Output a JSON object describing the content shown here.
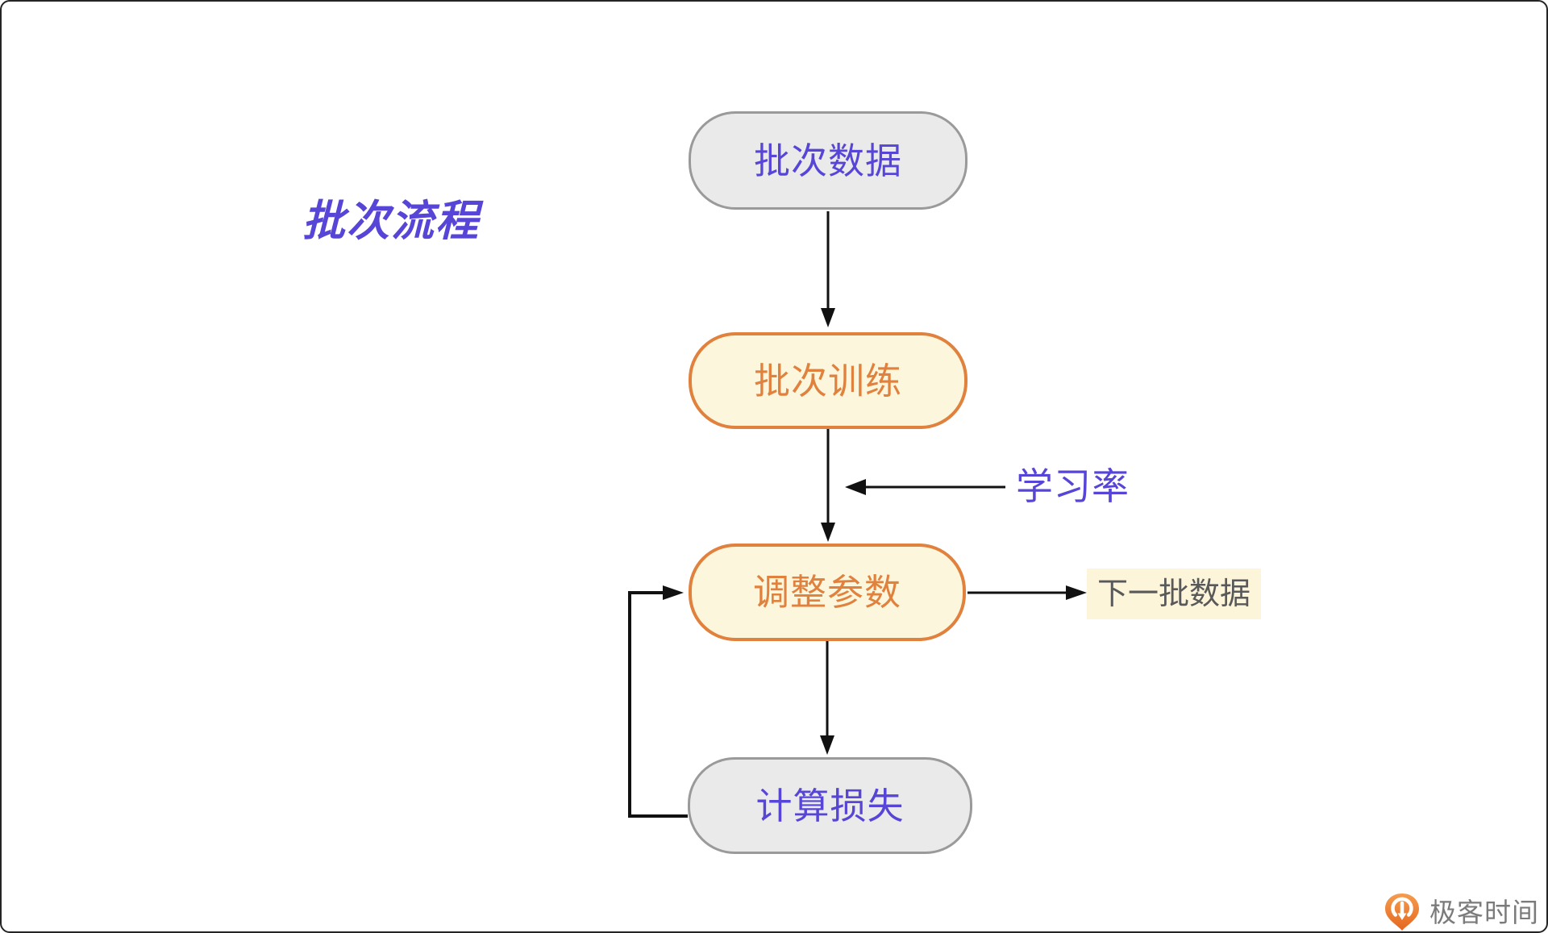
{
  "title": "批次流程",
  "nodes": [
    {
      "id": "batch-data",
      "label": "批次数据",
      "style": "gray"
    },
    {
      "id": "batch-training",
      "label": "批次训练",
      "style": "orange"
    },
    {
      "id": "adjust-params",
      "label": "调整参数",
      "style": "orange"
    },
    {
      "id": "compute-loss",
      "label": "计算损失",
      "style": "gray"
    }
  ],
  "annotations": {
    "learning_rate": "学习率",
    "next_batch": "下一批数据"
  },
  "edges": [
    {
      "from": "批次数据",
      "to": "批次训练"
    },
    {
      "from": "批次训练",
      "to": "调整参数",
      "annotation": "学习率"
    },
    {
      "from": "学习率",
      "to": "批次训练→调整参数箭头",
      "type": "side-input"
    },
    {
      "from": "调整参数",
      "to": "下一批数据"
    },
    {
      "from": "调整参数",
      "to": "计算损失"
    },
    {
      "from": "计算损失",
      "to": "调整参数",
      "type": "loop-back"
    }
  ],
  "colors": {
    "purple_text": "#5645d6",
    "orange_accent": "#e0813d",
    "cream_fill": "#fcf6dc",
    "gray_fill": "#eaeaea",
    "gray_border": "#9a9a9a",
    "label_bg": "#fcf5da",
    "label_text": "#595959",
    "arrow": "#111111",
    "logo_orange": "#ed6a1c",
    "logo_text_gray": "#7b7b7b"
  },
  "logo": {
    "text": "极客时间"
  }
}
